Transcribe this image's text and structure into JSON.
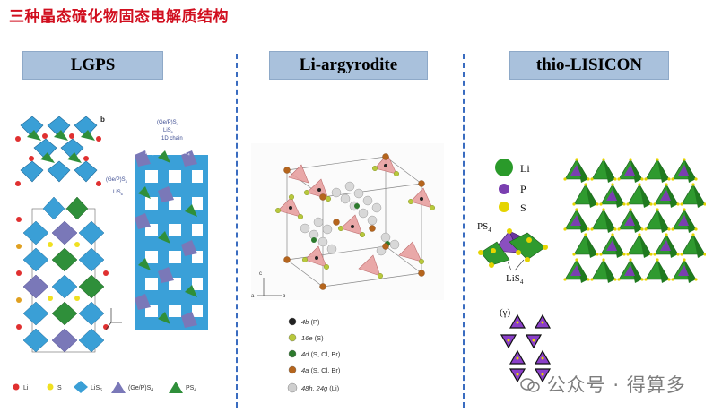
{
  "title": "三种晶态硫化物固态电解质结构",
  "panels": {
    "lgps": {
      "header": "LGPS",
      "sub_b": "b",
      "chain_label_1": "(Ge/P)S",
      "chain_label_2": "LiS",
      "chain_label_3": "1D chain",
      "left_label_1": "(Ge/P)S",
      "left_label_2": "LiS",
      "ps4_a": "PS",
      "ps4_b": "PS",
      "legend": [
        "Li",
        "S",
        "LiS",
        "(Ge/P)S",
        "PS"
      ]
    },
    "argyrodite": {
      "header": "Li-argyrodite",
      "axes": {
        "a": "a",
        "b": "b",
        "c": "c"
      },
      "legend": [
        {
          "site": "4b",
          "elem": "(P)",
          "color": "#222222"
        },
        {
          "site": "16e",
          "elem": "(S)",
          "color": "#b8c83c"
        },
        {
          "site": "4d",
          "elem": "(S, Cl, Br)",
          "color": "#2d7a2d"
        },
        {
          "site": "4a",
          "elem": "(S, Cl, Br)",
          "color": "#b5651d"
        },
        {
          "site": "48h, 24g",
          "elem": "(Li)",
          "color": "#cfcfcf"
        }
      ]
    },
    "thio": {
      "header": "thio-LISICON",
      "legend": [
        {
          "label": "Li",
          "color": "#2a9a2a"
        },
        {
          "label": "P",
          "color": "#7a3fb0"
        },
        {
          "label": "S",
          "color": "#e5d400"
        }
      ],
      "ps4_label": "PS",
      "lis4_label": "LiS",
      "gamma_label": "(γ)"
    }
  },
  "watermark": "公众号 · 得算多"
}
